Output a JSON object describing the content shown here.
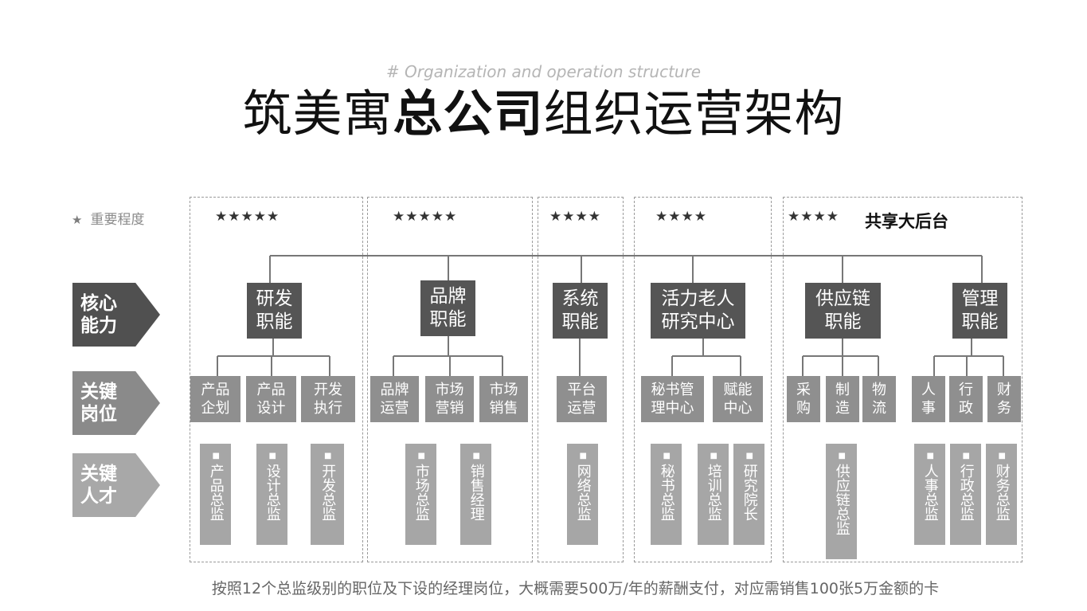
{
  "subtitle": "# Organization and operation structure",
  "title": {
    "part1": "筑美寓",
    "bold": "总公司",
    "part2": "组织运营架构"
  },
  "legend": {
    "star": "★",
    "label": "重要程度"
  },
  "rows": {
    "core": "核心\n能力",
    "positions": "关键\n岗位",
    "talent": "关键\n人才"
  },
  "groups": [
    {
      "stars": "★★★★★"
    },
    {
      "stars": "★★★★★"
    },
    {
      "stars": "★★★★"
    },
    {
      "stars": "★★★★"
    },
    {
      "stars": "★★★★",
      "label": "共享大后台"
    }
  ],
  "core": [
    "研发\n职能",
    "品牌\n职能",
    "系统\n职能",
    "活力老人\n研究中心",
    "供应链\n职能",
    "管理\n职能"
  ],
  "positions": [
    "产品\n企划",
    "产品\n设计",
    "开发\n执行",
    "品牌\n运营",
    "市场\n营销",
    "市场\n销售",
    "平台\n运营",
    "秘书管\n理中心",
    "赋能\n中心",
    "采\n购",
    "制\n造",
    "物\n流",
    "人\n事",
    "行\n政",
    "财\n务"
  ],
  "talent": [
    "产品总监",
    "设计总监",
    "开发总监",
    "市场总监",
    "销售经理",
    "网络总监",
    "秘书总监",
    "培训总监",
    "研究院长",
    "供应链总监",
    "人事总监",
    "行政总监",
    "财务总监"
  ],
  "talent_bullet": "■",
  "footer": "按照12个总监级别的职位及下设的经理岗位，大概需要500万/年的薪酬支付，对应需销售100张5万金额的卡"
}
